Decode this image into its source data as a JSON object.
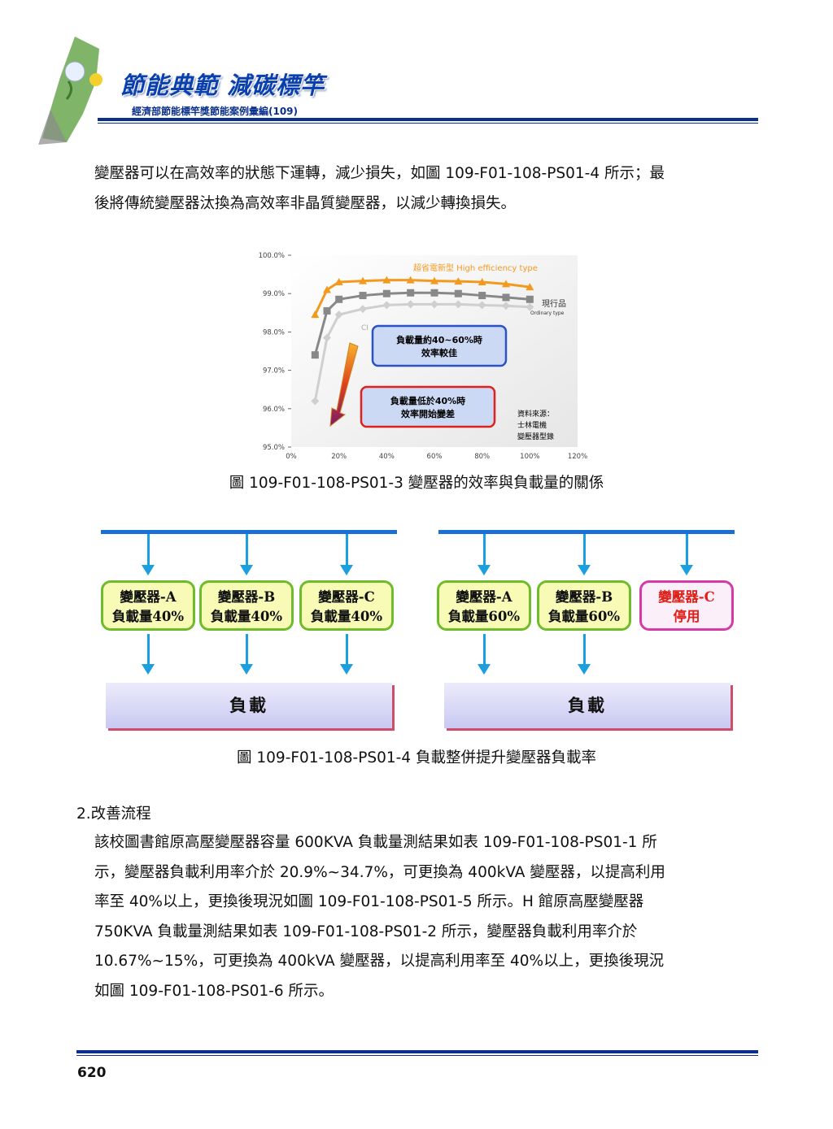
{
  "header": {
    "brand_title": "節能典範 減碳標竿",
    "brand_subtitle": "經濟部節能標竿獎節能案例彙編(109)"
  },
  "intro": {
    "line1": "變壓器可以在高效率的狀態下運轉，減少損失，如圖 109-F01-108-PS01-4 所示；最",
    "line2": "後將傳統變壓器汰換為高效率非晶質變壓器，以減少轉換損失。"
  },
  "chart_data": {
    "type": "line",
    "x": [
      10,
      15,
      20,
      30,
      40,
      50,
      60,
      70,
      80,
      90,
      100
    ],
    "xticks": [
      "0%",
      "20%",
      "40%",
      "60%",
      "80%",
      "100%",
      "120%"
    ],
    "yticks": [
      "95.0%",
      "96.0%",
      "97.0%",
      "98.0%",
      "99.0%",
      "100.0%"
    ],
    "xlim": [
      0,
      120
    ],
    "ylim": [
      95.0,
      100.0
    ],
    "series": [
      {
        "name": "超省電新型 High efficiency type",
        "color": "#f39a1e",
        "values": [
          98.45,
          99.1,
          99.3,
          99.33,
          99.35,
          99.35,
          99.33,
          99.32,
          99.3,
          99.25,
          99.17
        ]
      },
      {
        "name": "現行品",
        "name_en": "Ordinary type",
        "color": "#888888",
        "values": [
          97.4,
          98.55,
          98.85,
          98.95,
          99.0,
          99.02,
          99.02,
          99.0,
          98.95,
          98.9,
          98.85
        ]
      },
      {
        "name": "CI",
        "color": "#cfcfcf",
        "values": [
          96.2,
          97.85,
          98.45,
          98.6,
          98.7,
          98.72,
          98.72,
          98.72,
          98.7,
          98.68,
          98.65
        ]
      }
    ],
    "annotations": {
      "good": "負載量約40~60%時 效率較佳",
      "good_l1": "負載量約40~60%時",
      "good_l2": "效率較佳",
      "bad_l1": "負載量低於40%時",
      "bad_l2": "效率開始變差",
      "source_l1": "資料來源：",
      "source_l2": "士林電機",
      "source_l3": "變壓器型錄"
    }
  },
  "fig3_caption": "圖 109-F01-108-PS01-3 變壓器的效率與負載量的關係",
  "diagram": {
    "left": [
      {
        "name": "變壓器-A",
        "load": "負載量40%"
      },
      {
        "name": "變壓器-B",
        "load": "負載量40%"
      },
      {
        "name": "變壓器-C",
        "load": "負載量40%"
      }
    ],
    "right": [
      {
        "name": "變壓器-A",
        "load": "負載量60%"
      },
      {
        "name": "變壓器-B",
        "load": "負載量60%"
      },
      {
        "name": "變壓器-C",
        "load": "停用"
      }
    ],
    "load_label": "負載",
    "colors": {
      "bus": "#1a6fd4",
      "arrow": "#1a9fe0",
      "box_border": "#6ebc2b",
      "off_border": "#d63aa6",
      "off_text": "#e0201a"
    }
  },
  "fig4_caption": "圖 109-F01-108-PS01-4 負載整併提升變壓器負載率",
  "section_heading": "2.改善流程",
  "body": {
    "l1": "該校圖書館原高壓變壓器容量 600KVA 負載量測結果如表 109-F01-108-PS01-1 所",
    "l2": "示，變壓器負載利用率介於 20.9%~34.7%，可更換為 400kVA 變壓器，以提高利用",
    "l3": "率至 40%以上，更換後現況如圖 109-F01-108-PS01-5 所示。H 館原高壓變壓器",
    "l4": "750KVA 負載量測結果如表 109-F01-108-PS01-2 所示，變壓器負載利用率介於",
    "l5": "10.67%~15%，可更換為 400kVA 變壓器，以提高利用率至 40%以上，更換後現況",
    "l6": "如圖 109-F01-108-PS01-6 所示。"
  },
  "page_number": "620"
}
